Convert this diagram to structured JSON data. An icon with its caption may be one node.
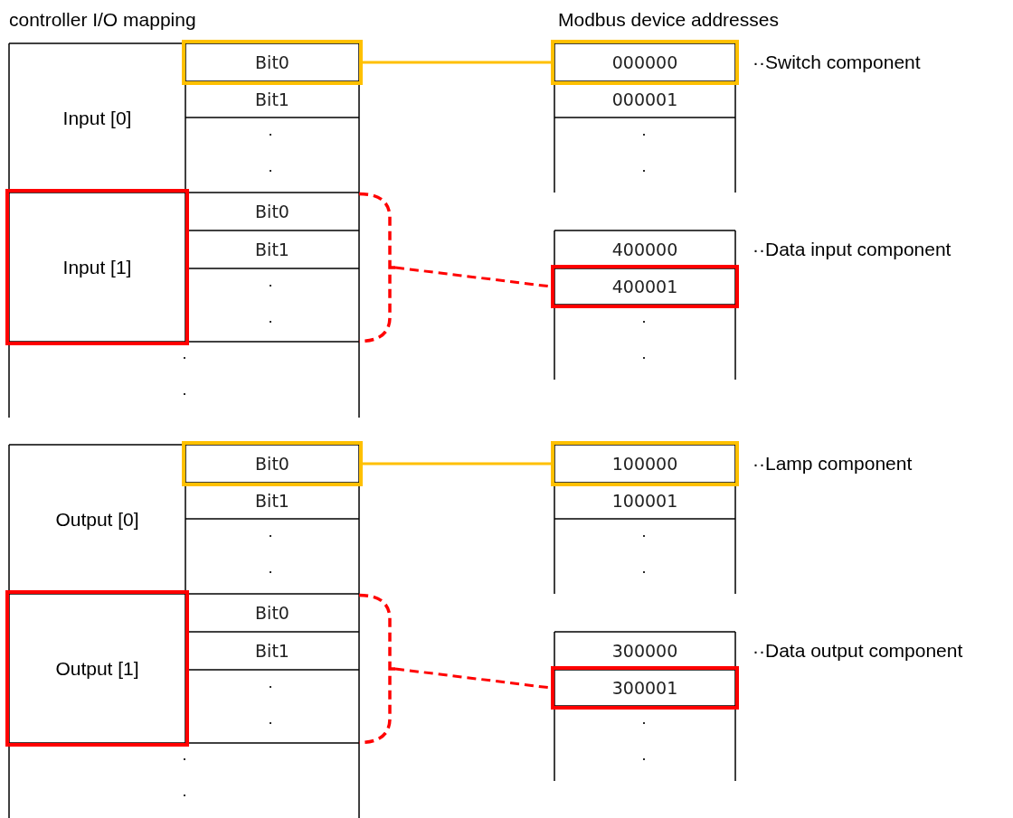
{
  "diagram": {
    "nodes": [
      {
        "text": [
          "Input [0]"
        ]
      },
      {
        "text": [
          "Bit0"
        ]
      },
      {
        "text": [
          "Bit1"
        ]
      },
      {
        "text": [
          "Input [1]"
        ]
      },
      {
        "text": [
          "Bit0"
        ]
      },
      {
        "text": [
          "Bit1"
        ]
      },
      {
        "text": [],
        "shape": "brace"
      },
      {
        "text": [
          "000000"
        ],
        "beside": [
          "··Switch component"
        ]
      },
      {
        "text": [
          "000001"
        ]
      },
      {
        "text": [
          "400000"
        ]
      },
      {
        "text": [
          "400001"
        ]
      },
      {
        "text": [
          "Output [0]"
        ]
      },
      {
        "text": [
          "Bit0"
        ]
      },
      {
        "text": [
          "Bit1"
        ]
      },
      {
        "text": [
          "Output [1]"
        ]
      },
      {
        "text": [
          "Bit0"
        ]
      },
      {
        "text": [
          "Bit1"
        ]
      },
      {
        "text": [],
        "shape": "brace"
      },
      {
        "text": [
          "100000"
        ],
        "beside": [
          "··Lamp component"
        ]
      },
      {
        "text": [
          "100001"
        ]
      },
      {
        "text": [
          "300000"
        ]
      },
      {
        "text": [
          "300001"
        ]
      }
    ],
    "edges": [
      {
        "from": 1,
        "to": 7,
        "arrow": "none",
        "color": "#ffc000"
      },
      {
        "from": 6,
        "to": 10,
        "arrow": "none",
        "style": "dashed",
        "color": "#ff0000"
      },
      {
        "from": 12,
        "to": 18,
        "arrow": "none",
        "color": "#ffc000"
      },
      {
        "from": 17,
        "to": 21,
        "arrow": "none",
        "style": "dashed",
        "color": "#ff0000"
      }
    ],
    "labels": [
      "controller I/O mapping",
      "Modbus device addresses",
      "··Data input component",
      "··Data output component",
      "·",
      "·",
      "·",
      "·",
      "·",
      "·",
      "·",
      "·",
      "·",
      "·",
      "·",
      "·",
      "·",
      "·",
      "·",
      "·",
      "·",
      "·",
      "·",
      "·"
    ]
  }
}
